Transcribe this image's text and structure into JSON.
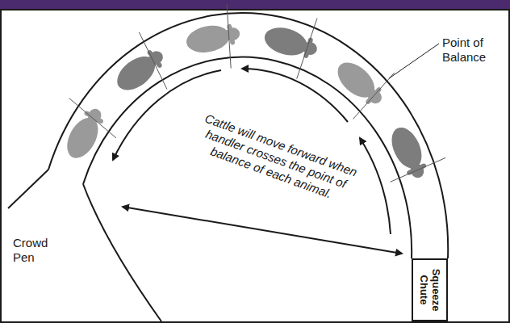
{
  "diagram": {
    "nodes": [
      {
        "text": [
          "Squeeze Chute"
        ]
      }
    ],
    "labels": [
      "Point of Balance",
      "Cattle will move forward when handler crosses the point of balance of each animal.",
      "Crowd Pen"
    ]
  }
}
